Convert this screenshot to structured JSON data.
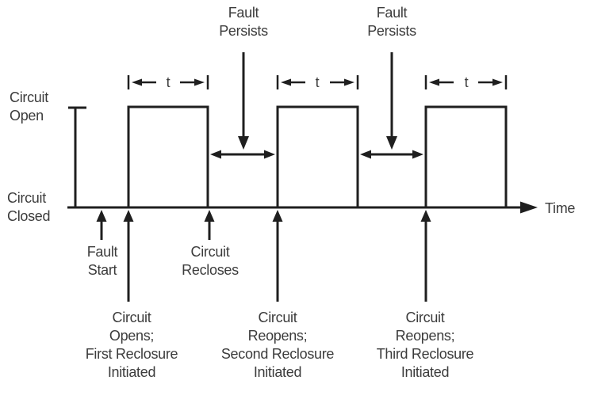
{
  "colors": {
    "line": "#1f1f1f",
    "text": "#3c3c3c",
    "background": "#ffffff"
  },
  "diagram": {
    "kind": "recloser-timing-diagram",
    "y_axis": {
      "open_label": "Circuit\nOpen",
      "closed_label": "Circuit\nClosed"
    },
    "x_axis": {
      "label": "Time"
    },
    "waveform": {
      "pulse_count": 3,
      "high_state": "Circuit Open",
      "low_state": "Circuit Closed",
      "pulse_width_label": "t"
    },
    "interval_markers": [
      {
        "label": "t"
      },
      {
        "label": "t"
      },
      {
        "label": "t"
      }
    ],
    "top_annotations": [
      {
        "label": "Fault\nPersists"
      },
      {
        "label": "Fault\nPersists"
      }
    ],
    "bottom_annotations": [
      {
        "label": "Fault\nStart"
      },
      {
        "label": "Circuit\nOpens;\nFirst Reclosure\nInitiated"
      },
      {
        "label": "Circuit\nRecloses"
      },
      {
        "label": "Circuit\nReopens;\nSecond Reclosure\nInitiated"
      },
      {
        "label": "Circuit\nReopens;\nThird Reclosure\nInitiated"
      }
    ]
  }
}
